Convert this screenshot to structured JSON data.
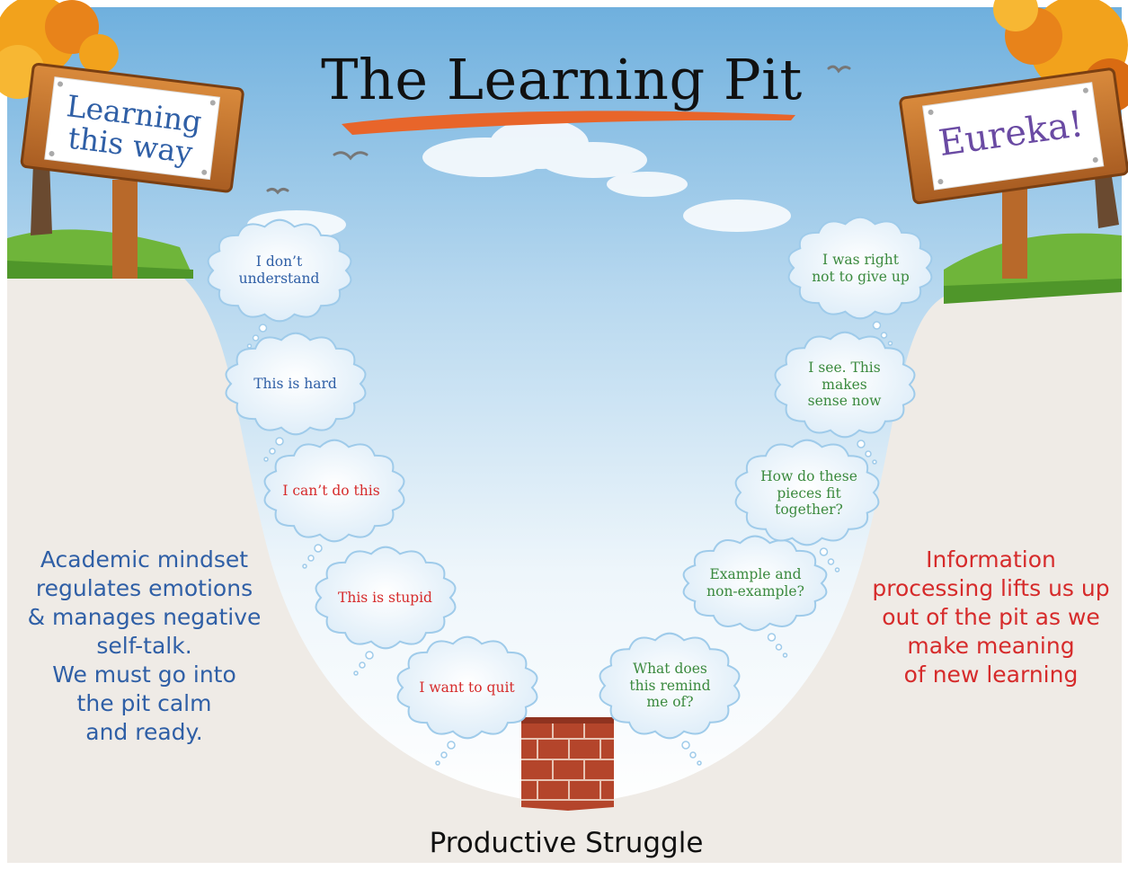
{
  "title": "The Learning Pit",
  "signs": {
    "left": "Learning\nthis way",
    "right": "Eureka!"
  },
  "thoughts_down": [
    "I don’t\nunderstand",
    "This is hard",
    "I can’t do this",
    "This is stupid",
    "I want to quit"
  ],
  "thoughts_up": [
    "What does\nthis remind\nme of?",
    "Example and\nnon-example?",
    "How do these\npieces fit\ntogether?",
    "I see. This\nmakes\nsense now",
    "I was right\nnot to give up"
  ],
  "left_description": "Academic mindset\nregulates emotions\n& manages negative\nself-talk.\nWe must go into\nthe pit calm\nand ready.",
  "right_description": "Information\nprocessing lifts us up\nout of the pit as we\nmake meaning\nof new learning",
  "bottom_label": "Productive Struggle",
  "colors": {
    "title_underline": "#e8652a",
    "sky_top": "#7fb8e0",
    "ground": "#efebe6",
    "grass": "#6fb53a",
    "brick": "#b4452b",
    "descending_text": "#d62b2b",
    "ascending_text": "#3b8a3e",
    "sign_left_text": "#2f5fa6",
    "sign_right_text": "#6a4aa3"
  }
}
